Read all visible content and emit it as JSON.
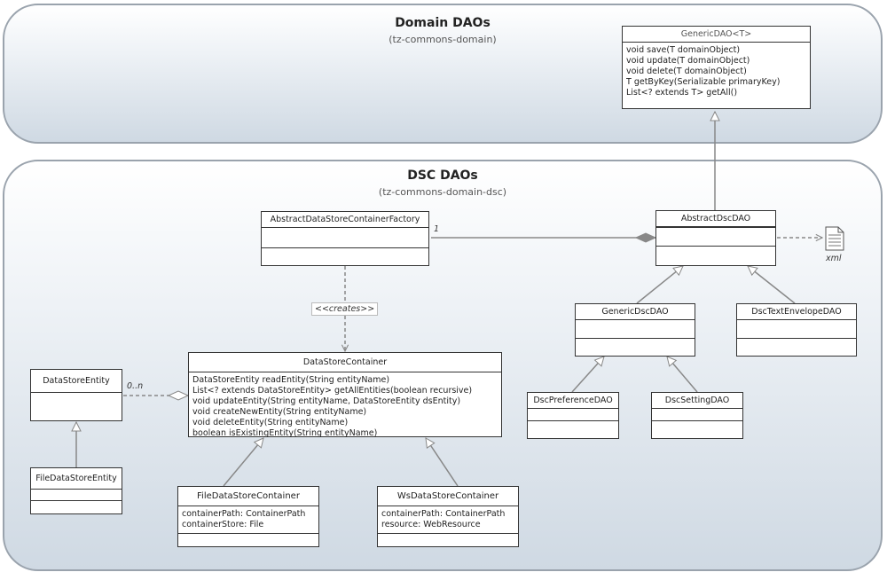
{
  "packages": {
    "domain": {
      "title": "Domain DAOs",
      "subtitle": "(tz-commons-domain)"
    },
    "dsc": {
      "title": "DSC DAOs",
      "subtitle": "(tz-commons-domain-dsc)"
    }
  },
  "classes": {
    "generic_dao": {
      "name": "GenericDAO<T>",
      "operations": [
        "void save(T domainObject)",
        "void update(T domainObject)",
        "void delete(T domainObject)",
        "T getByKey(Serializable primaryKey)",
        "List<? extends T> getAll()"
      ]
    },
    "abstract_factory": {
      "name": "AbstractDataStoreContainerFactory"
    },
    "abstract_dsc_dao": {
      "name": "AbstractDscDAO"
    },
    "generic_dsc_dao": {
      "name": "GenericDscDAO"
    },
    "text_envelope_dao": {
      "name": "DscTextEnvelopeDAO"
    },
    "preference_dao": {
      "name": "DscPreferenceDAO"
    },
    "setting_dao": {
      "name": "DscSettingDAO"
    },
    "data_store_entity": {
      "name": "DataStoreEntity"
    },
    "file_data_store_entity": {
      "name": "FileDataStoreEntity"
    },
    "data_store_container": {
      "name": "DataStoreContainer",
      "operations": [
        "DataStoreEntity readEntity(String entityName)",
        "List<? extends DataStoreEntity> getAllEntities(boolean recursive)",
        "void updateEntity(String entityName, DataStoreEntity dsEntity)",
        "void createNewEntity(String entityName)",
        "void deleteEntity(String entityName)",
        "boolean isExistingEntity(String entityName)"
      ]
    },
    "file_container": {
      "name": "FileDataStoreContainer",
      "attributes": [
        "containerPath: ContainerPath",
        "containerStore: File"
      ]
    },
    "ws_container": {
      "name": "WsDataStoreContainer",
      "attributes": [
        "containerPath: ContainerPath",
        "resource: WebResource"
      ]
    }
  },
  "labels": {
    "creates": "<<creates>>",
    "multiplicity_one": "1",
    "multiplicity_many": "0..n",
    "xml_file": "xml"
  }
}
